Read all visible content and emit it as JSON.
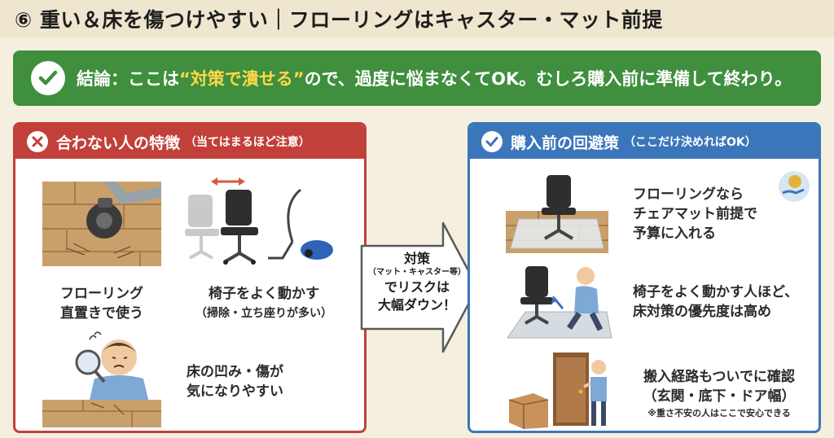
{
  "header": {
    "title": "⑥ 重い＆床を傷つけやすい｜フローリングはキャスター・マット前提"
  },
  "conclusion": {
    "prefix": "結論：ここは",
    "highlight": "“対策で潰せる”",
    "suffix": "ので、過度に悩まなくてOK。むしろ購入前に準備して終わり。"
  },
  "left_panel": {
    "title": "合わない人の特徴",
    "subtitle": "（当てはまるほど注意）",
    "items": [
      {
        "line1": "フローリング",
        "line2": "直置きで使う"
      },
      {
        "line1": "椅子をよく動かす",
        "line2": "（掃除・立ち座りが多い）"
      },
      {
        "line1": "床の凹み・傷が",
        "line2": "気になりやすい"
      }
    ]
  },
  "arrow": {
    "line1": "対策",
    "line2": "（マット・キャスター等）",
    "line3": "でリスクは",
    "line4": "大幅ダウン！"
  },
  "right_panel": {
    "title": "購入前の回避策",
    "subtitle": "（ここだけ決めればOK）",
    "items": [
      {
        "line1": "フローリングなら",
        "line2": "チェアマット前提で",
        "line3": "予算に入れる"
      },
      {
        "line1": "椅子をよく動かす人ほど、",
        "line2": "床対策の優先度は高め"
      },
      {
        "line1": "搬入経路もついでに確認",
        "line2": "（玄関・底下・ドア幅）",
        "note": "※重さ不安の人はここで安心できる"
      }
    ]
  },
  "colors": {
    "conclusion_bg": "#3f8f3e",
    "left_accent": "#c2403a",
    "right_accent": "#3b76bb",
    "highlight": "#ffd84a"
  }
}
